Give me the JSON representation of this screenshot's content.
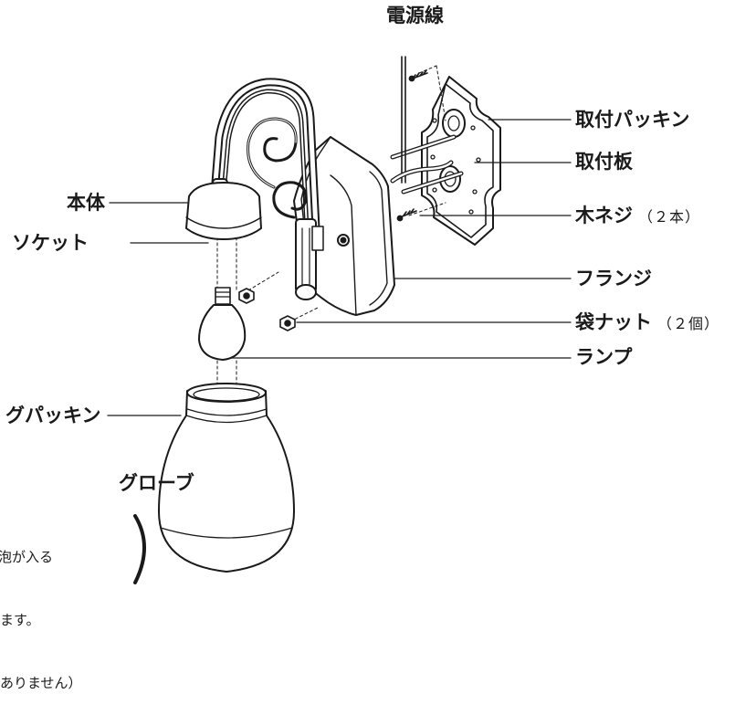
{
  "labels": {
    "power_cord": "電源線",
    "mount_packing": "取付パッキン",
    "mount_plate": "取付板",
    "wood_screw": "木ネジ",
    "wood_screw_qty": "（２本）",
    "body": "本体",
    "socket": "ソケット",
    "flange": "フランジ",
    "cap_nut": "袋ナット",
    "cap_nut_qty": "（２個）",
    "lamp": "ランプ",
    "globe_packing": "グパッキン",
    "globe": "グローブ"
  },
  "note": {
    "line1": "泡が入る",
    "line2": "ます。",
    "line3": "ありません）"
  }
}
